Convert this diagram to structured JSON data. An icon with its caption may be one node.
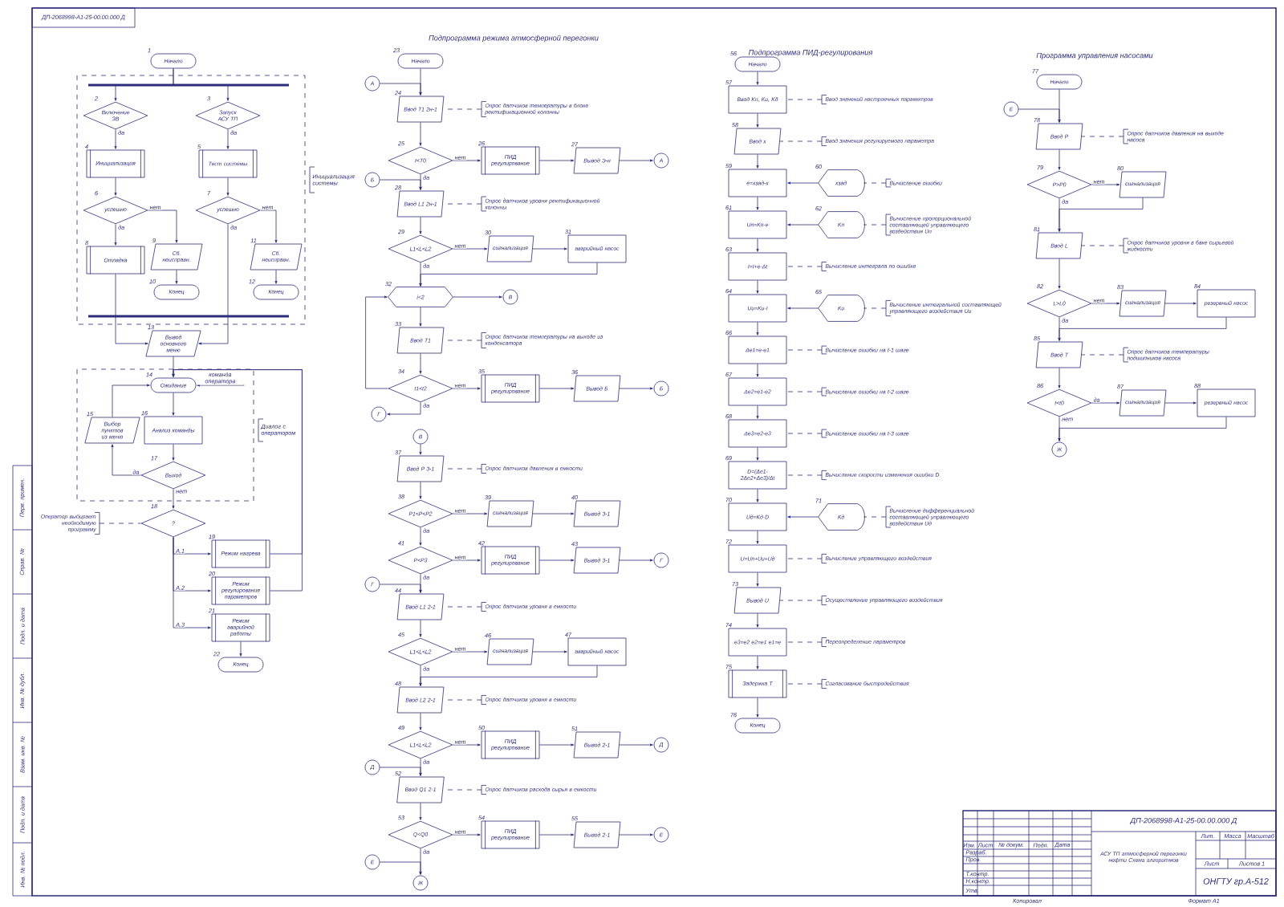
{
  "diagram": {
    "nodes": [
      {
        "text": [
          "Начало"
        ],
        "beside": [
          "1"
        ]
      },
      {
        "text": [
          "Включение ЗВ"
        ],
        "beside": [
          "2"
        ]
      },
      {
        "text": [
          "Запуск АСУ ТП"
        ],
        "beside": [
          "3"
        ]
      },
      {
        "text": [
          "Инициализация"
        ],
        "beside": [
          "4"
        ]
      },
      {
        "text": [
          "Тест системы"
        ],
        "beside": [
          "5"
        ]
      },
      {
        "text": [
          "успешно"
        ],
        "beside": [
          "6"
        ]
      },
      {
        "text": [
          "успешно"
        ],
        "beside": [
          "7"
        ]
      },
      {
        "text": [
          "Отладка"
        ],
        "beside": [
          "8"
        ]
      },
      {
        "text": [
          "Сб. неисправн."
        ],
        "beside": [
          "9"
        ]
      },
      {
        "text": [
          "Конец"
        ],
        "beside": [
          "10"
        ]
      },
      {
        "text": [
          "Сб. неисправн."
        ],
        "beside": [
          "11"
        ]
      },
      {
        "text": [
          "Конец"
        ],
        "beside": [
          "12"
        ]
      },
      {
        "text": [
          "Вывод основного меню"
        ],
        "beside": [
          "13"
        ]
      },
      {
        "text": [
          "Ожидание"
        ],
        "beside": [
          "14"
        ]
      },
      {
        "text": [
          "Выбор пунктов из меню"
        ],
        "beside": [
          "15"
        ]
      },
      {
        "text": [
          "Анализ команды"
        ],
        "beside": [
          "16"
        ]
      },
      {
        "text": [
          "Выход"
        ],
        "beside": [
          "17"
        ]
      },
      {
        "text": [
          "?"
        ],
        "beside": [
          "18"
        ]
      },
      {
        "text": [
          "Режим нагрева"
        ],
        "beside": [
          "19"
        ]
      },
      {
        "text": [
          "Режим регулирования параметров"
        ],
        "beside": [
          "20"
        ]
      },
      {
        "text": [
          "Режим аварийной работы"
        ],
        "beside": [
          "21"
        ]
      },
      {
        "text": [
          "Конец"
        ],
        "beside": [
          "22"
        ]
      },
      {
        "text": [
          "Оператор выбирает необходимую программу"
        ]
      },
      {
        "text": [
          "Начало"
        ],
        "beside": [
          "23"
        ]
      },
      {
        "text": [
          "А"
        ]
      },
      {
        "text": [
          "Ввод Т1 2н-1"
        ],
        "beside": [
          "24"
        ]
      },
      {
        "text": [
          "Опрос датчиков температуры в блоке ректификационной колонны"
        ]
      },
      {
        "text": [
          "t<T0"
        ],
        "beside": [
          "25"
        ]
      },
      {
        "text": [
          "ПИД регулирование"
        ],
        "beside": [
          "26"
        ]
      },
      {
        "text": [
          "Вывод Э-н"
        ],
        "beside": [
          "27"
        ]
      },
      {
        "text": [
          "А"
        ]
      },
      {
        "text": [
          "Б"
        ]
      },
      {
        "text": [
          "Ввод L1 2н-1"
        ],
        "beside": [
          "28"
        ]
      },
      {
        "text": [
          "Опрос датчиков уровня ректификационной колонны"
        ]
      },
      {
        "text": [
          "L1<L<L2"
        ],
        "beside": [
          "29"
        ]
      },
      {
        "text": [
          "сигнализация"
        ],
        "beside": [
          "30"
        ]
      },
      {
        "text": [
          "аварийный насос"
        ],
        "beside": [
          "31"
        ]
      },
      {
        "text": [
          "i<2"
        ],
        "beside": [
          "32"
        ]
      },
      {
        "text": [
          "В"
        ]
      },
      {
        "text": [
          "Ввод Т1"
        ],
        "beside": [
          "33"
        ]
      },
      {
        "text": [
          "Опрос датчиков температуры на выходе из конденсатора"
        ]
      },
      {
        "text": [
          "t1<t2"
        ],
        "beside": [
          "34"
        ]
      },
      {
        "text": [
          "ПИД регулирование"
        ],
        "beside": [
          "35"
        ]
      },
      {
        "text": [
          "Вывод Б"
        ],
        "beside": [
          "36"
        ]
      },
      {
        "text": [
          "Б"
        ]
      },
      {
        "text": [
          "Г"
        ]
      },
      {
        "text": [
          "В"
        ]
      },
      {
        "text": [
          "Ввод Р 3-1"
        ],
        "beside": [
          "37"
        ]
      },
      {
        "text": [
          "Опрос датчиков давления в емкости"
        ]
      },
      {
        "text": [
          "P1<P<P2"
        ],
        "beside": [
          "38"
        ]
      },
      {
        "text": [
          "сигнализация"
        ],
        "beside": [
          "39"
        ]
      },
      {
        "text": [
          "Вывод 3-1"
        ],
        "beside": [
          "40"
        ]
      },
      {
        "text": [
          "P<P3"
        ],
        "beside": [
          "41"
        ]
      },
      {
        "text": [
          "ПИД регулирование"
        ],
        "beside": [
          "42"
        ]
      },
      {
        "text": [
          "Вывод 3-1"
        ],
        "beside": [
          "43"
        ]
      },
      {
        "text": [
          "Г"
        ]
      },
      {
        "text": [
          "Г"
        ]
      },
      {
        "text": [
          "Ввод L1 2-1"
        ],
        "beside": [
          "44"
        ]
      },
      {
        "text": [
          "Опрос датчиков уровня в емкости"
        ]
      },
      {
        "text": [
          "L1<L<L2"
        ],
        "beside": [
          "45"
        ]
      },
      {
        "text": [
          "сигнализация"
        ],
        "beside": [
          "46"
        ]
      },
      {
        "text": [
          "аварийный насос"
        ],
        "beside": [
          "47"
        ]
      },
      {
        "text": [
          "Ввод L2 2-1"
        ],
        "beside": [
          "48"
        ]
      },
      {
        "text": [
          "Опрос датчиков уровня в емкости"
        ]
      },
      {
        "text": [
          "L1<L<L2"
        ],
        "beside": [
          "49"
        ]
      },
      {
        "text": [
          "ПИД регулирование"
        ],
        "beside": [
          "50"
        ]
      },
      {
        "text": [
          "Вывод 2-1"
        ],
        "beside": [
          "51"
        ]
      },
      {
        "text": [
          "Д"
        ]
      },
      {
        "text": [
          "Д"
        ]
      },
      {
        "text": [
          "Ввод Q1 2-1"
        ],
        "beside": [
          "52"
        ]
      },
      {
        "text": [
          "Опрос датчиков расхода сырья в емкости"
        ]
      },
      {
        "text": [
          "Q<Q0"
        ],
        "beside": [
          "53"
        ]
      },
      {
        "text": [
          "ПИД регулирование"
        ],
        "beside": [
          "54"
        ]
      },
      {
        "text": [
          "Вывод 2-1"
        ],
        "beside": [
          "55"
        ]
      },
      {
        "text": [
          "Е"
        ]
      },
      {
        "text": [
          "Е"
        ]
      },
      {
        "text": [
          "Ж"
        ]
      },
      {
        "text": [
          "Начало"
        ],
        "beside": [
          "56"
        ]
      },
      {
        "text": [
          "Ввод Kп, Kи, Kд"
        ],
        "beside": [
          "57"
        ]
      },
      {
        "text": [
          "Ввод значений настроечных параметров"
        ]
      },
      {
        "text": [
          "Ввод x"
        ],
        "beside": [
          "58"
        ]
      },
      {
        "text": [
          "Ввод значения регулируемого параметра"
        ]
      },
      {
        "text": [
          "e=xзад-x"
        ],
        "beside": [
          "59"
        ]
      },
      {
        "text": [
          "xзад"
        ],
        "beside": [
          "60"
        ]
      },
      {
        "text": [
          "Вычисление ошибки"
        ]
      },
      {
        "text": [
          "Uп=Kп·e"
        ],
        "beside": [
          "61"
        ]
      },
      {
        "text": [
          "Kп"
        ],
        "beside": [
          "62"
        ]
      },
      {
        "text": [
          "Вычисление пропорциональной составляющей управляющего воздействия Uп"
        ]
      },
      {
        "text": [
          "I=I+e·Δt"
        ],
        "beside": [
          "63"
        ]
      },
      {
        "text": [
          "Вычисление интеграла по ошибке"
        ]
      },
      {
        "text": [
          "Uи=Kи·I"
        ],
        "beside": [
          "64"
        ]
      },
      {
        "text": [
          "Kи"
        ],
        "beside": [
          "65"
        ]
      },
      {
        "text": [
          "Вычисление интегральной составляющей управляющего воздействия Uи"
        ]
      },
      {
        "text": [
          "Δe1=e-e1"
        ],
        "beside": [
          "66"
        ]
      },
      {
        "text": [
          "Вычисление ошибки на t-1 шаге"
        ]
      },
      {
        "text": [
          "Δe2=e1-e2"
        ],
        "beside": [
          "67"
        ]
      },
      {
        "text": [
          "Вычисление ошибки на t-2 шаге"
        ]
      },
      {
        "text": [
          "Δe3=e2-e3"
        ],
        "beside": [
          "68"
        ]
      },
      {
        "text": [
          "Вычисление ошибки на t-3 шаге"
        ]
      },
      {
        "text": [
          "D=(Δe1-2Δe2+Δe3)/Δt"
        ],
        "beside": [
          "69"
        ]
      },
      {
        "text": [
          "Вычисление скорости изменения ошибки D"
        ]
      },
      {
        "text": [
          "Uд=Kд·D"
        ],
        "beside": [
          "70"
        ]
      },
      {
        "text": [
          "Kд"
        ],
        "beside": [
          "71"
        ]
      },
      {
        "text": [
          "Вычисление дифференциальной составляющей управляющего воздействия Uд"
        ]
      },
      {
        "text": [
          "U=Uп+Uи+Uд"
        ],
        "beside": [
          "72"
        ]
      },
      {
        "text": [
          "Вычисление управляющего воздействия"
        ]
      },
      {
        "text": [
          "Вывод U"
        ],
        "beside": [
          "73"
        ]
      },
      {
        "text": [
          "Осуществление управляющего воздействия"
        ]
      },
      {
        "text": [
          "e3=e2 e2=e1 e1=e"
        ],
        "beside": [
          "74"
        ]
      },
      {
        "text": [
          "Переопределение параметров"
        ]
      },
      {
        "text": [
          "Задержка Т"
        ],
        "beside": [
          "75"
        ]
      },
      {
        "text": [
          "Согласование быстродействия"
        ]
      },
      {
        "text": [
          "Конец"
        ],
        "beside": [
          "76"
        ]
      },
      {
        "text": [
          "Начало"
        ],
        "beside": [
          "77"
        ]
      },
      {
        "text": [
          "Е"
        ]
      },
      {
        "text": [
          "Ввод Р"
        ],
        "beside": [
          "78"
        ]
      },
      {
        "text": [
          "Опрос датчиков давления на выходе насоса"
        ]
      },
      {
        "text": [
          "P>P0"
        ],
        "beside": [
          "79"
        ]
      },
      {
        "text": [
          "сигнализация"
        ],
        "beside": [
          "80"
        ]
      },
      {
        "text": [
          "Ввод L"
        ],
        "beside": [
          "81"
        ]
      },
      {
        "text": [
          "Опрос датчиков уровня в баке сырьевой жидкости"
        ]
      },
      {
        "text": [
          "L>L0"
        ],
        "beside": [
          "82"
        ]
      },
      {
        "text": [
          "сигнализация"
        ],
        "beside": [
          "83"
        ]
      },
      {
        "text": [
          "резервный насос"
        ],
        "beside": [
          "84"
        ]
      },
      {
        "text": [
          "Ввод Т"
        ],
        "beside": [
          "85"
        ]
      },
      {
        "text": [
          "Опрос датчиков температуры подшипников насоса"
        ]
      },
      {
        "text": [
          "t<t0"
        ],
        "beside": [
          "86"
        ]
      },
      {
        "text": [
          "сигнализация"
        ],
        "beside": [
          "87"
        ]
      },
      {
        "text": [
          "резервный насос"
        ],
        "beside": [
          "88"
        ]
      },
      {
        "text": [
          "Ж"
        ]
      }
    ],
    "edges": [
      {
        "from": 0,
        "to": 1,
        "arrow": "to"
      },
      {
        "from": 0,
        "to": 2,
        "arrow": "to"
      },
      {
        "from": 1,
        "to": 3,
        "arrow": "to",
        "label": "да"
      },
      {
        "from": 2,
        "to": 4,
        "arrow": "to",
        "label": "да"
      },
      {
        "from": 3,
        "to": 5,
        "arrow": "to"
      },
      {
        "from": 4,
        "to": 6,
        "arrow": "to"
      },
      {
        "from": 5,
        "to": 7,
        "arrow": "to",
        "label": "да"
      },
      {
        "from": 5,
        "to": 8,
        "arrow": "to",
        "label": "нет"
      },
      {
        "from": 6,
        "to": 10,
        "arrow": "to",
        "label": "нет"
      },
      {
        "from": 8,
        "to": 9,
        "arrow": "to"
      },
      {
        "from": 10,
        "to": 11,
        "arrow": "to"
      },
      {
        "from": 7,
        "to": 12,
        "arrow": "to"
      },
      {
        "from": 6,
        "to": 12,
        "arrow": "to",
        "label": "да"
      },
      {
        "from": 12,
        "to": 13,
        "arrow": "to"
      },
      {
        "from": 13,
        "to": 15,
        "arrow": "to"
      },
      {
        "from": 15,
        "to": 16,
        "arrow": "to"
      },
      {
        "from": 16,
        "to": 14,
        "arrow": "to",
        "label": "да"
      },
      {
        "from": 14,
        "to": 13,
        "arrow": "to"
      },
      {
        "from": 16,
        "to": 17,
        "arrow": "to",
        "label": "нет"
      },
      {
        "from": 17,
        "to": 18,
        "arrow": "to",
        "label": "А.1"
      },
      {
        "from": 17,
        "to": 19,
        "arrow": "to",
        "label": "А.2"
      },
      {
        "from": 17,
        "to": 20,
        "arrow": "to",
        "label": "А.3"
      },
      {
        "from": 20,
        "to": 21,
        "arrow": "to"
      },
      {
        "from": 18,
        "to": 13,
        "arrow": "to"
      },
      {
        "from": 19,
        "to": 13,
        "arrow": "to"
      },
      {
        "from": 22,
        "to": 17,
        "arrow": "none",
        "style": "dashed"
      },
      {
        "from": null,
        "to": 13,
        "arrow": "to",
        "label": "команда оператора"
      },
      {
        "from": 23,
        "to": 25,
        "arrow": "to"
      },
      {
        "from": 24,
        "to": 25,
        "arrow": "to"
      },
      {
        "from": 26,
        "to": 25,
        "arrow": "none",
        "style": "dashed"
      },
      {
        "from": 25,
        "to": 27,
        "arrow": "to"
      },
      {
        "from": 27,
        "to": 28,
        "arrow": "to",
        "label": "нет"
      },
      {
        "from": 28,
        "to": 29,
        "arrow": "to"
      },
      {
        "from": 29,
        "to": 30,
        "arrow": "to"
      },
      {
        "from": 27,
        "to": 32,
        "arrow": "to",
        "label": "да"
      },
      {
        "from": 31,
        "to": 32,
        "arrow": "to"
      },
      {
        "from": 33,
        "to": 32,
        "arrow": "none",
        "style": "dashed"
      },
      {
        "from": 32,
        "to": 34,
        "arrow": "to"
      },
      {
        "from": 34,
        "to": 35,
        "arrow": "to",
        "label": "нет"
      },
      {
        "from": 35,
        "to": 36,
        "arrow": "to"
      },
      {
        "from": 36,
        "to": 37,
        "arrow": "to"
      },
      {
        "from": 34,
        "to": 37,
        "arrow": "to",
        "label": "да"
      },
      {
        "from": 37,
        "to": 38,
        "arrow": "to"
      },
      {
        "from": 37,
        "to": 39,
        "arrow": "to"
      },
      {
        "from": 40,
        "to": 39,
        "arrow": "none",
        "style": "dashed"
      },
      {
        "from": 39,
        "to": 41,
        "arrow": "to"
      },
      {
        "from": 41,
        "to": 42,
        "arrow": "to",
        "label": "нет"
      },
      {
        "from": 42,
        "to": 43,
        "arrow": "to"
      },
      {
        "from": 43,
        "to": 44,
        "arrow": "to"
      },
      {
        "from": 41,
        "to": 37,
        "arrow": "to"
      },
      {
        "from": 41,
        "to": 45,
        "arrow": "to",
        "label": "да"
      },
      {
        "from": 46,
        "to": 47,
        "arrow": "to"
      },
      {
        "from": 48,
        "to": 47,
        "arrow": "none",
        "style": "dashed"
      },
      {
        "from": 47,
        "to": 49,
        "arrow": "to"
      },
      {
        "from": 49,
        "to": 50,
        "arrow": "to",
        "label": "нет"
      },
      {
        "from": 50,
        "to": 51,
        "arrow": "to"
      },
      {
        "from": 49,
        "to": 52,
        "arrow": "to",
        "label": "да"
      },
      {
        "from": 52,
        "to": 53,
        "arrow": "to",
        "label": "нет"
      },
      {
        "from": 53,
        "to": 54,
        "arrow": "to"
      },
      {
        "from": 54,
        "to": 55,
        "arrow": "to"
      },
      {
        "from": 52,
        "to": 57,
        "arrow": "to",
        "label": "да"
      },
      {
        "from": 56,
        "to": 57,
        "arrow": "to"
      },
      {
        "from": 58,
        "to": 57,
        "arrow": "none",
        "style": "dashed"
      },
      {
        "from": 57,
        "to": 59,
        "arrow": "to"
      },
      {
        "from": 59,
        "to": 60,
        "arrow": "to",
        "label": "нет"
      },
      {
        "from": 60,
        "to": 61,
        "arrow": "to"
      },
      {
        "from": 61,
        "to": 62,
        "arrow": "to"
      },
      {
        "from": 59,
        "to": 62,
        "arrow": "to",
        "label": "да"
      },
      {
        "from": 63,
        "to": 62,
        "arrow": "none",
        "style": "dashed"
      },
      {
        "from": 62,
        "to": 64,
        "arrow": "to"
      },
      {
        "from": 64,
        "to": 65,
        "arrow": "to",
        "label": "нет"
      },
      {
        "from": 65,
        "to": 66,
        "arrow": "to"
      },
      {
        "from": 66,
        "to": 67,
        "arrow": "to"
      },
      {
        "from": 64,
        "to": 69,
        "arrow": "to",
        "label": "да"
      },
      {
        "from": 68,
        "to": 69,
        "arrow": "to"
      },
      {
        "from": 70,
        "to": 69,
        "arrow": "none",
        "style": "dashed"
      },
      {
        "from": 69,
        "to": 71,
        "arrow": "to"
      },
      {
        "from": 71,
        "to": 72,
        "arrow": "to",
        "label": "нет"
      },
      {
        "from": 72,
        "to": 73,
        "arrow": "to"
      },
      {
        "from": 73,
        "to": 74,
        "arrow": "to"
      },
      {
        "from": 71,
        "to": 76,
        "arrow": "to",
        "label": "да"
      },
      {
        "from": 75,
        "to": 76,
        "arrow": "to"
      },
      {
        "from": 77,
        "to": 78,
        "arrow": "to"
      },
      {
        "from": 78,
        "to": 80,
        "arrow": "to"
      },
      {
        "from": 80,
        "to": 82,
        "arrow": "to"
      },
      {
        "from": 82,
        "to": 85,
        "arrow": "to"
      },
      {
        "from": 85,
        "to": 88,
        "arrow": "to"
      },
      {
        "from": 88,
        "to": 90,
        "arrow": "to"
      },
      {
        "from": 90,
        "to": 93,
        "arrow": "to"
      },
      {
        "from": 93,
        "to": 95,
        "arrow": "to"
      },
      {
        "from": 95,
        "to": 97,
        "arrow": "to"
      },
      {
        "from": 97,
        "to": 99,
        "arrow": "to"
      },
      {
        "from": 99,
        "to": 101,
        "arrow": "to"
      },
      {
        "from": 101,
        "to": 104,
        "arrow": "to"
      },
      {
        "from": 104,
        "to": 106,
        "arrow": "to"
      },
      {
        "from": 106,
        "to": 108,
        "arrow": "to"
      },
      {
        "from": 108,
        "to": 110,
        "arrow": "to"
      },
      {
        "from": 110,
        "to": 112,
        "arrow": "to"
      },
      {
        "from": 83,
        "to": 82,
        "arrow": "to"
      },
      {
        "from": 86,
        "to": 85,
        "arrow": "to"
      },
      {
        "from": 91,
        "to": 90,
        "arrow": "to"
      },
      {
        "from": 102,
        "to": 101,
        "arrow": "to"
      },
      {
        "from": 79,
        "to": 78,
        "arrow": "none",
        "style": "dashed"
      },
      {
        "from": 81,
        "to": 80,
        "arrow": "none",
        "style": "dashed"
      },
      {
        "from": 84,
        "to": 83,
        "arrow": "none",
        "style": "dashed"
      },
      {
        "from": 87,
        "to": 86,
        "arrow": "none",
        "style": "dashed"
      },
      {
        "from": 89,
        "to": 88,
        "arrow": "none",
        "style": "dashed"
      },
      {
        "from": 92,
        "to": 91,
        "arrow": "none",
        "style": "dashed"
      },
      {
        "from": 94,
        "to": 93,
        "arrow": "none",
        "style": "dashed"
      },
      {
        "from": 96,
        "to": 95,
        "arrow": "none",
        "style": "dashed"
      },
      {
        "from": 98,
        "to": 97,
        "arrow": "none",
        "style": "dashed"
      },
      {
        "from": 100,
        "to": 99,
        "arrow": "none",
        "style": "dashed"
      },
      {
        "from": 103,
        "to": 102,
        "arrow": "none",
        "style": "dashed"
      },
      {
        "from": 105,
        "to": 104,
        "arrow": "none",
        "style": "dashed"
      },
      {
        "from": 107,
        "to": 106,
        "arrow": "none",
        "style": "dashed"
      },
      {
        "from": 109,
        "to": 108,
        "arrow": "none",
        "style": "dashed"
      },
      {
        "from": 111,
        "to": 110,
        "arrow": "none",
        "style": "dashed"
      },
      {
        "from": 113,
        "to": 115,
        "arrow": "to"
      },
      {
        "from": 114,
        "to": 115,
        "arrow": "to"
      },
      {
        "from": 116,
        "to": 115,
        "arrow": "none",
        "style": "dashed"
      },
      {
        "from": 115,
        "to": 117,
        "arrow": "to"
      },
      {
        "from": 117,
        "to": 118,
        "arrow": "to",
        "label": "нет"
      },
      {
        "from": 118,
        "to": 119,
        "arrow": "to"
      },
      {
        "from": 117,
        "to": 119,
        "arrow": "to",
        "label": "да"
      },
      {
        "from": 120,
        "to": 119,
        "arrow": "none",
        "style": "dashed"
      },
      {
        "from": 119,
        "to": 121,
        "arrow": "to"
      },
      {
        "from": 121,
        "to": 122,
        "arrow": "to",
        "label": "нет"
      },
      {
        "from": 122,
        "to": 123,
        "arrow": "to"
      },
      {
        "from": 123,
        "to": 124,
        "arrow": "to"
      },
      {
        "from": 121,
        "to": 124,
        "arrow": "to",
        "label": "да"
      },
      {
        "from": 125,
        "to": 124,
        "arrow": "none",
        "style": "dashed"
      },
      {
        "from": 124,
        "to": 126,
        "arrow": "to"
      },
      {
        "from": 126,
        "to": 127,
        "arrow": "to",
        "label": "да"
      },
      {
        "from": 127,
        "to": 128,
        "arrow": "to"
      },
      {
        "from": 128,
        "to": 129,
        "arrow": "to"
      },
      {
        "from": 126,
        "to": 129,
        "arrow": "to",
        "label": "нет"
      }
    ],
    "labels": [
      "ДП-2068998-А1-25-00.00.000 Д",
      "Подпрограмма режима атмосферной перегонки",
      "Подпрограмма ПИД-регулирования",
      "Программа управления насосами",
      "Инициализация системы",
      "Диалог с оператором",
      "Перв. примен.",
      "Справ. №",
      "Подп. и дата",
      "Инв. № дубл.",
      "Взам. инв. №",
      "Подп. и дата",
      "Инв. № подл.",
      "ДП-2068998-А1-25-00.00.000 Д",
      "Изм.",
      "Лист",
      "№ докум.",
      "Подп.",
      "Дата",
      "Разраб.",
      "Пров.",
      "Т.контр.",
      "Н.контр.",
      "Утв.",
      "АСУ ТП атмосферной перегонки нефти Схема алгоритмов",
      "Лит.",
      "Масса",
      "Масштаб",
      "Лист",
      "Листов 1",
      "ОНГТУ гр.А-512",
      "Копировал",
      "Формат А1"
    ]
  }
}
